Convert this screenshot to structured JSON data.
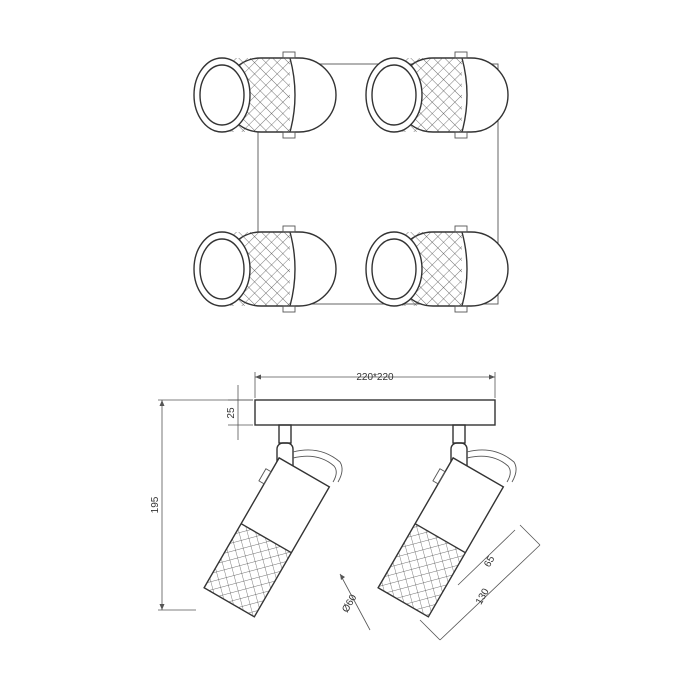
{
  "dimensions": {
    "plate": "220*220",
    "plate_thickness": "25",
    "height": "195",
    "shade_diameter": "Ø60",
    "mesh_length": "65",
    "shade_length": "130"
  },
  "colors": {
    "line": "#333333",
    "background": "#ffffff"
  }
}
